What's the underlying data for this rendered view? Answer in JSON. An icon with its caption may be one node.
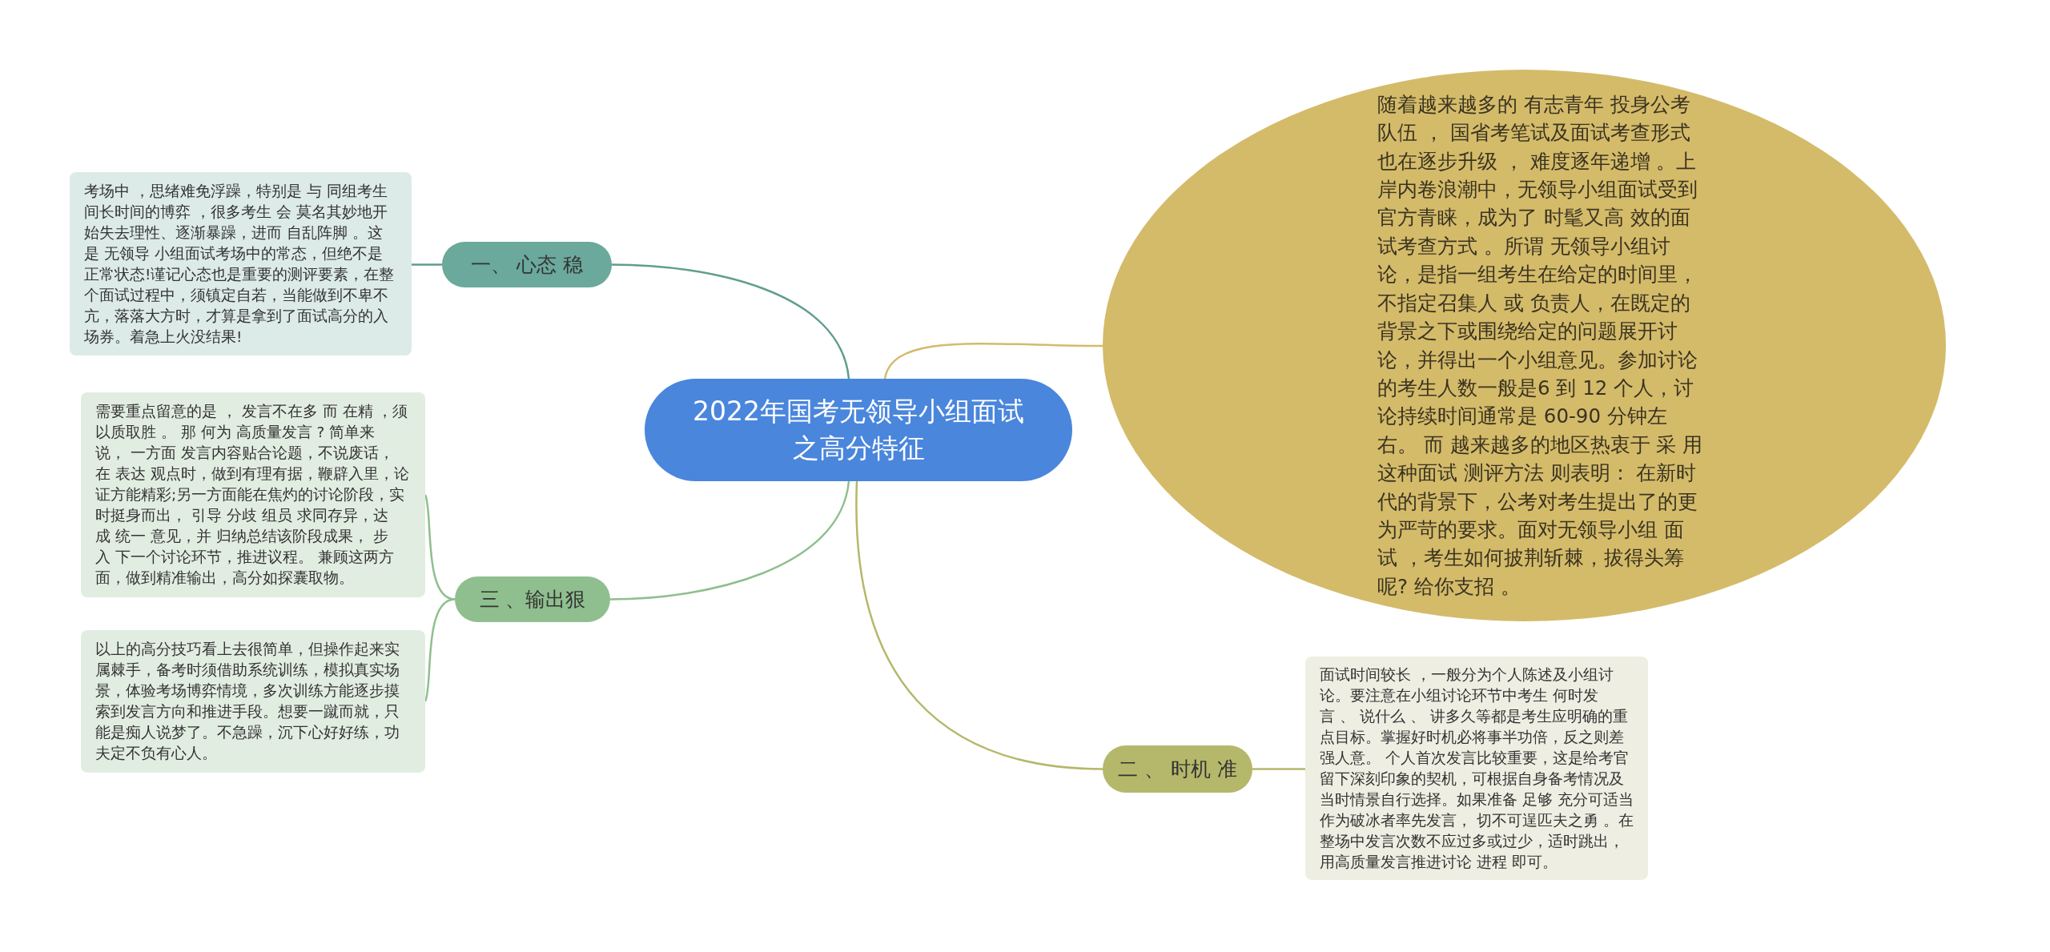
{
  "diagram": {
    "nodes": [
      {
        "text": [
          "2022年国考无领导小组面试之高分特征"
        ]
      },
      {
        "text": [
          "一、 心态 稳"
        ]
      },
      {
        "text": [
          "考场中 ，思绪难免浮躁，特别是 与 同组考生间长时间的博弈 ，很多考生 会 莫名其妙地开始失去理性、逐渐暴躁，进而 自乱阵脚 。这是 无领导 小组面试考场中的常态，但绝不是正常状态!谨记心态也是重要的测评要素，在整个面试过程中，须镇定自若，当能做到不卑不亢，落落大方时，才算是拿到了面试高分的入场券。着急上火没结果!"
        ]
      },
      {
        "text": [
          "随着越来越多的 有志青年 投身公考队伍 ， 国省考笔试及面试考查形式也在逐步升级 ， 难度逐年递增 。上岸内卷浪潮中，无领导小组面试受到官方青睐，成为了 时髦又高 效的面试考查方式 。所谓 无领导小组讨论，是指一组考生在给定的时间里，不指定召集人 或 负责人，在既定的背景之下或围绕给定的问题展开讨论，并得出一个小组意见。参加讨论的考生人数一般是6 到 12 个人，讨论持续时间通常是 60-90 分钟左右。 而 越来越多的地区热衷于 采 用这种面试 测评方法 则表明： 在新时代的背景下，公考对考生提出了的更为严苛的要求。面对无领导小组 面试 ，考生如何披荆斩棘，拔得头筹呢? 给你支招 。"
        ]
      },
      {
        "text": [
          "三 、输出狠"
        ]
      },
      {
        "text": [
          "需要重点留意的是 ， 发言不在多 而 在精 ，须以质取胜 。 那 何为 高质量发言 ? 简单来说， 一方面 发言内容贴合论题，不说废话，在 表达 观点时，做到有理有据，鞭辟入里，论证方能精彩;另一方面能在焦灼的讨论阶段，实时挺身而出， 引导 分歧 组员 求同存异，达成 统一 意见，并 归纳总结该阶段成果， 步入 下一个讨论环节，推进议程。 兼顾这两方面，做到精准输出，高分如探囊取物。"
        ]
      },
      {
        "text": [
          "以上的高分技巧看上去很简单，但操作起来实属棘手，备考时须借助系统训练，模拟真实场景，体验考场博弈情境，多次训练方能逐步摸索到发言方向和推进手段。想要一蹴而就，只能是痴人说梦了。不急躁，沉下心好好练，功夫定不负有心人。"
        ]
      },
      {
        "text": [
          "二 、 时机 准"
        ]
      },
      {
        "text": [
          "面试时间较长 ，一般分为个人陈述及小组讨论。要注意在小组讨论环节中考生 何时发言 、 说什么 、 讲多久等都是考生应明确的重点目标。掌握好时机必将事半功倍，反之则差强人意。 个人首次发言比较重要，这是给考官留下深刻印象的契机，可根据自身备考情况及当时情景自行选择。如果准备 足够 充分可适当作为破冰者率先发言， 切不可逞匹夫之勇 。在整场中发言次数不应过多或过少，适时跳出，用高质量发言推进讨论 进程 即可。"
        ]
      }
    ],
    "edges": [
      {
        "from": 0,
        "to": 1,
        "arrow": "none",
        "color": "#5f9e8f"
      },
      {
        "from": 1,
        "to": 2,
        "arrow": "none",
        "color": "#5f9e8f"
      },
      {
        "from": 0,
        "to": 3,
        "arrow": "none",
        "color": "#d4bb6a"
      },
      {
        "from": 0,
        "to": 4,
        "arrow": "none",
        "color": "#8fbf8f"
      },
      {
        "from": 4,
        "to": 5,
        "arrow": "none",
        "color": "#8fbf8f"
      },
      {
        "from": 4,
        "to": 6,
        "arrow": "none",
        "color": "#8fbf8f"
      },
      {
        "from": 0,
        "to": 7,
        "arrow": "none",
        "color": "#b5b86a"
      },
      {
        "from": 7,
        "to": 8,
        "arrow": "none",
        "color": "#b5b86a"
      }
    ]
  }
}
